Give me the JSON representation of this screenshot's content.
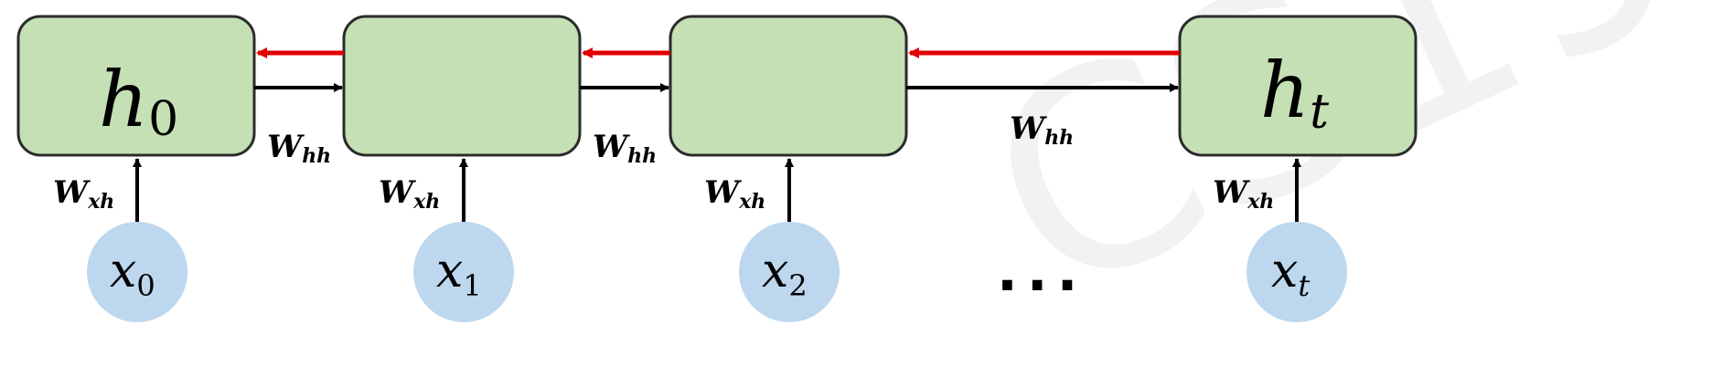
{
  "colors": {
    "state_fill": "#c5e0b4",
    "state_stroke": "#2b2b2b",
    "input_fill": "#bdd7ee",
    "forward_arrow": "#000000",
    "backward_arrow": "#e00000"
  },
  "states": [
    {
      "main": "h",
      "sub": "0"
    },
    {
      "main": "",
      "sub": ""
    },
    {
      "main": "",
      "sub": ""
    },
    {
      "main": "h",
      "sub": "t"
    }
  ],
  "inputs": [
    {
      "main": "x",
      "sub": "0"
    },
    {
      "main": "x",
      "sub": "1"
    },
    {
      "main": "x",
      "sub": "2"
    },
    {
      "main": "x",
      "sub": "t"
    }
  ],
  "hidden_weight": {
    "main": "W",
    "sub": "hh"
  },
  "input_weight": {
    "main": "W",
    "sub": "xh"
  },
  "ellipsis": "..."
}
